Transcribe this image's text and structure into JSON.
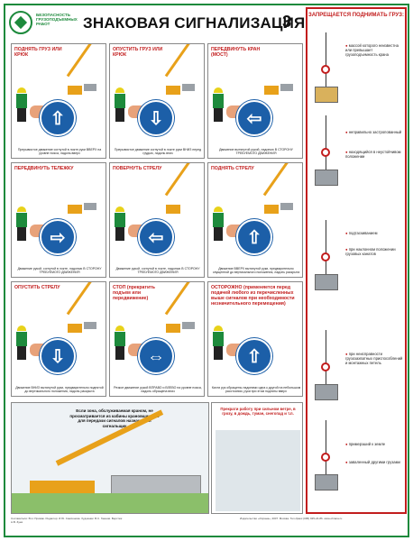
{
  "header": {
    "logo_text": "БЕЗОПАСНОСТЬ ГРУЗОПОДЪЕМНЫХ РАБОТ",
    "title": "ЗНАКОВАЯ СИГНАЛИЗАЦИЯ",
    "number": "3"
  },
  "signals": [
    {
      "title": "ПОДНЯТЬ ГРУЗ ИЛИ КРЮК",
      "desc": "Прерывистое движение согнутой в локте руки ВВЕРХ на уровне пояса, ладонь вверх",
      "arrow": "⇧"
    },
    {
      "title": "ОПУСТИТЬ ГРУЗ ИЛИ КРЮК",
      "desc": "Прерывистое движение согнутой в локте руки ВНИЗ перед грудью, ладонь вниз",
      "arrow": "⇩"
    },
    {
      "title": "ПЕРЕДВИНУТЬ КРАН (МОСТ)",
      "desc": "Движение вытянутой рукой, ладонью В СТОРОНУ ТРЕБУЕМОГО ДВИЖЕНИЯ",
      "arrow": "⇦"
    },
    {
      "title": "ПЕРЕДВИНУТЬ ТЕЛЕЖКУ",
      "desc": "Движение рукой, согнутой в локте, ладонью В СТОРОНУ ТРЕБУЕМОГО ДВИЖЕНИЯ",
      "arrow": "⇨"
    },
    {
      "title": "ПОВЕРНУТЬ СТРЕЛУ",
      "desc": "Движение рукой, согнутой в локте, ладонью В СТОРОНУ ТРЕБУЕМОГО ДВИЖЕНИЯ",
      "arrow": "⇦"
    },
    {
      "title": "ПОДНЯТЬ СТРЕЛУ",
      "desc": "Движение ВВЕРХ вытянутой руки, предварительно опущенной до вертикального положения, ладонь раскрыта",
      "arrow": "⇧"
    },
    {
      "title": "ОПУСТИТЬ СТРЕЛУ",
      "desc": "Движение ВНИЗ вытянутой руки, предварительно поднятой до вертикального положения, ладонь раскрыта",
      "arrow": "⇩"
    },
    {
      "title": "СТОП (прекратить подъем или передвижение)",
      "desc": "Резкое движение рукой ВПРАВО и ВЛЕВО на уровне пояса, ладонь обращена вниз",
      "arrow": "⇔"
    },
    {
      "title": "ОСТОРОЖНО (применяется перед подачей любого из перечисленных выше сигналов при необходимости незначительного перемещения)",
      "desc": "Кисти рук обращены ладонями одна к другой на небольшом расстоянии, руки при этом подняты вверх",
      "arrow": "⇧"
    }
  ],
  "bottom": {
    "caption": "Если зона, обслуживаемая краном, не просматривается из кабины крановщика, то для передачи сигналов назначается сигнальщик",
    "weather": "Прекрати работу при сильном ветре, в грозу, в дождь, туман, снегопад и т.п."
  },
  "sidebar": {
    "title": "ЗАПРЕЩАЕТСЯ ПОДНИМАТЬ ГРУЗ:",
    "items": [
      {
        "text": "массой которого неизвестна или превышает грузоподъемность крана"
      },
      {
        "text": "неправильно застропованный"
      },
      {
        "text": "находящийся в неустойчивом положении"
      },
      {
        "text": "подтаскиванием"
      },
      {
        "text": "при наклонном положении грузовых канатов"
      },
      {
        "text": "при неисправности грузозахватных приспособлений и монтажных петель"
      },
      {
        "text": "примерзший к земле"
      },
      {
        "text": "заваленный другими грузами"
      }
    ]
  },
  "footer": {
    "left": "Составители: В.Н. Примак. Редактор: И.Ю. Самсонова. Художник: В.С. Гаюнов. Верстка: А.В. Зуев",
    "right": "Издательство «Охрана», 2007. Москва. Тел./факс (095) 935-24-86. www.ohrana.ru"
  }
}
